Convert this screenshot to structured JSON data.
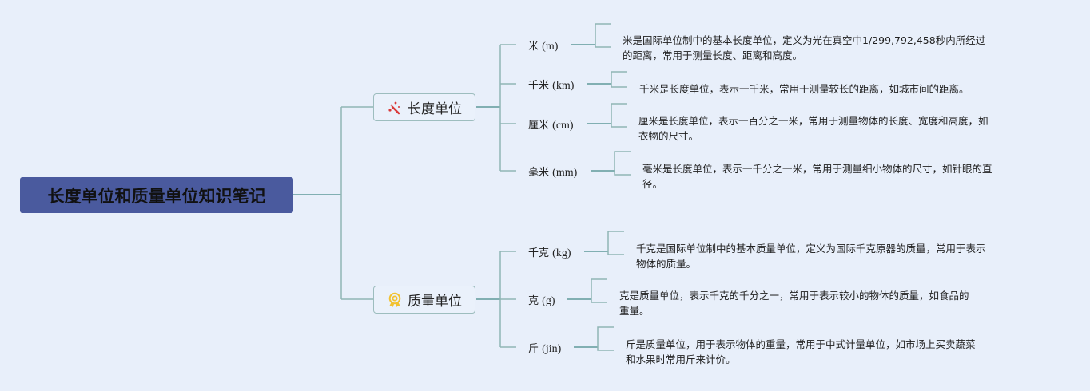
{
  "root": {
    "title": "长度单位和质量单位知识笔记"
  },
  "branches": [
    {
      "label": "长度单位",
      "icon": "magic-wand-icon",
      "children": [
        {
          "name": "米",
          "abbr": "(m)",
          "description": "米是国际单位制中的基本长度单位，定义为光在真空中1/299,792,458秒内所经过的距离，常用于测量长度、距离和高度。",
          "desc_lines": [
            "米是国际单位制中的基本长度单位，定义为光在真空中1/299,792,458秒内所经过",
            "的距离，常用于测量长度、距离和高度。"
          ]
        },
        {
          "name": "千米",
          "abbr": "(km)",
          "description": "千米是长度单位，表示一千米，常用于测量较长的距离，如城市间的距离。",
          "desc_lines": [
            "千米是长度单位，表示一千米，常用于测量较长的距离，如城市间的距离。"
          ]
        },
        {
          "name": "厘米",
          "abbr": "(cm)",
          "description": "厘米是长度单位，表示一百分之一米，常用于测量物体的长度、宽度和高度，如衣物的尺寸。",
          "desc_lines": [
            "厘米是长度单位，表示一百分之一米，常用于测量物体的长度、宽度和高度，如",
            "衣物的尺寸。"
          ]
        },
        {
          "name": "毫米",
          "abbr": "(mm)",
          "description": "毫米是长度单位，表示一千分之一米，常用于测量细小物体的尺寸，如针眼的直径。",
          "desc_lines": [
            "毫米是长度单位，表示一千分之一米，常用于测量细小物体的尺寸，如针眼的直",
            "径。"
          ]
        }
      ]
    },
    {
      "label": "质量单位",
      "icon": "award-ribbon-icon",
      "children": [
        {
          "name": "千克",
          "abbr": "(kg)",
          "description": "千克是国际单位制中的基本质量单位，定义为国际千克原器的质量，常用于表示物体的质量。",
          "desc_lines": [
            "千克是国际单位制中的基本质量单位，定义为国际千克原器的质量，常用于表示",
            "物体的质量。"
          ]
        },
        {
          "name": "克",
          "abbr": "(g)",
          "description": "克是质量单位，表示千克的千分之一，常用于表示较小的物体的质量，如食品的重量。",
          "desc_lines": [
            "克是质量单位，表示千克的千分之一，常用于表示较小的物体的质量，如食品的",
            "重量。"
          ]
        },
        {
          "name": "斤",
          "abbr": "(jin)",
          "description": "斤是质量单位，用于表示物体的重量，常用于中式计量单位，如市场上买卖蔬菜和水果时常用斤来计价。",
          "desc_lines": [
            "斤是质量单位，用于表示物体的重量，常用于中式计量单位，如市场上买卖蔬菜",
            "和水果时常用斤来计价。"
          ]
        }
      ]
    }
  ],
  "colors": {
    "background": "#e8effa",
    "root_fill": "#4a5a9e",
    "connector": "#8fb5b5",
    "connector_dark": "#5f9a9a",
    "wand_icon": "#d93a3a",
    "award_icon": "#f2c230"
  }
}
